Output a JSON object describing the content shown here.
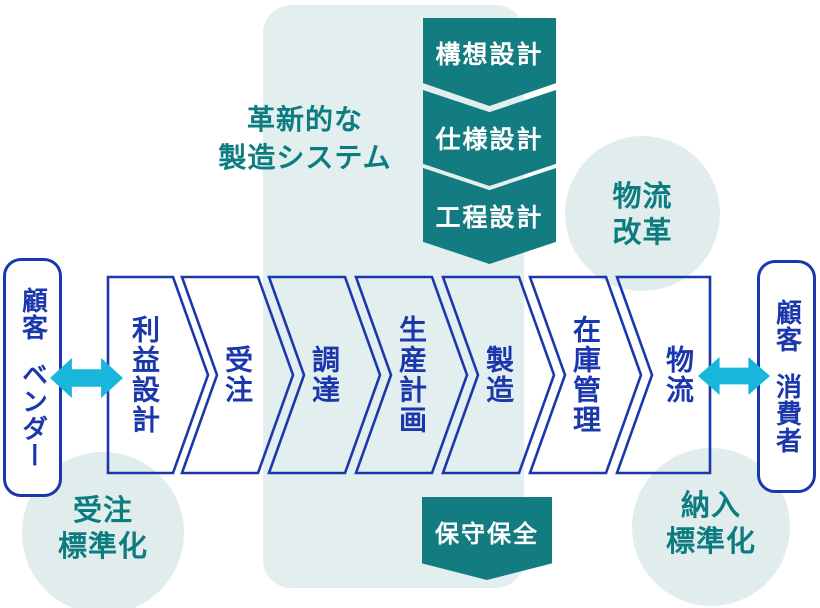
{
  "colors": {
    "blue": "#1b37ac",
    "teal": "#127c80",
    "teal_text": "#0d7c80",
    "light_teal": "#e0edec",
    "cyan": "#18b6da"
  },
  "innovation": {
    "line1": "革新的な",
    "line2": "製造システム"
  },
  "design_stack": {
    "steps": [
      {
        "label": "構想設計"
      },
      {
        "label": "仕様設計"
      },
      {
        "label": "工程設計"
      }
    ]
  },
  "flow": {
    "steps": [
      {
        "label": "利益設計"
      },
      {
        "label": "受注"
      },
      {
        "label": "調達"
      },
      {
        "label": "生産計画"
      },
      {
        "label": "製造"
      },
      {
        "label": "在庫管理"
      },
      {
        "label": "物流"
      }
    ]
  },
  "left_customer_box": {
    "line1": "顧客",
    "line2": "ベンダー"
  },
  "right_customer_box": {
    "line1": "顧客",
    "line2": "消費者"
  },
  "bubbles": {
    "logistics_reform": {
      "line1": "物流",
      "line2": "改革"
    },
    "order_standardization": {
      "line1": "受注",
      "line2": "標準化"
    },
    "delivery_standardization": {
      "line1": "納入",
      "line2": "標準化"
    }
  },
  "maintenance": {
    "label": "保守保全"
  }
}
